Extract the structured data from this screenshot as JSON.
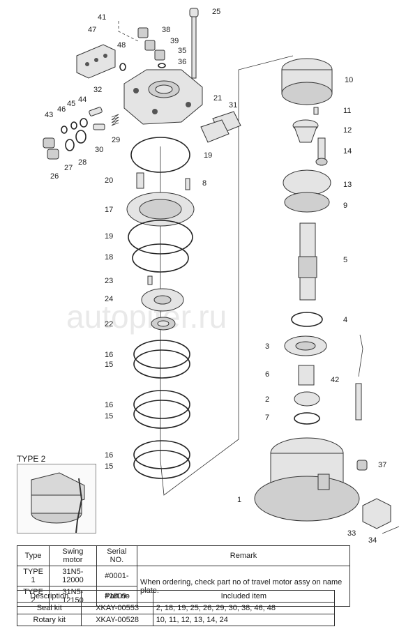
{
  "watermark": "autopiter.ru",
  "callouts": [
    "41",
    "25",
    "47",
    "38",
    "39",
    "48",
    "35",
    "36",
    "10",
    "32",
    "21",
    "31",
    "11",
    "46",
    "45",
    "44",
    "43",
    "29",
    "30",
    "12",
    "27",
    "28",
    "26",
    "14",
    "19",
    "20",
    "8",
    "13",
    "9",
    "17",
    "19",
    "18",
    "5",
    "23",
    "24",
    "4",
    "22",
    "16",
    "15",
    "3",
    "6",
    "42",
    "2",
    "16",
    "15",
    "7",
    "16",
    "15",
    "37",
    "1",
    "33",
    "34"
  ],
  "type2": {
    "label": "TYPE 2"
  },
  "table1": {
    "headers": [
      "Type",
      "Swing motor",
      "Serial NO.",
      "Remark"
    ],
    "rows": [
      [
        "TYPE 1",
        "31N5-12000",
        "#0001-"
      ],
      [
        "TYPE 2",
        "31N5-12150",
        "#1809-"
      ]
    ],
    "remark": "When ordering, check part no of travel motor assy on name plate."
  },
  "table2": {
    "headers": [
      "Description",
      "Part no",
      "Included item"
    ],
    "rows": [
      [
        "Seal kit",
        "XKAY-00553",
        "2, 18, 19, 25, 26, 29, 30, 38, 46, 48"
      ],
      [
        "Rotary kit",
        "XKAY-00528",
        "10, 11, 12, 13, 14, 24"
      ]
    ]
  }
}
